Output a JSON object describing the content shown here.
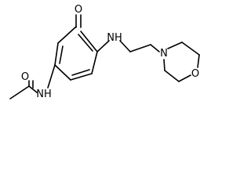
{
  "molecule": {
    "atoms": {
      "ketone_oxygen": "O",
      "amide_oxygen": "O",
      "amine_nitrogen": "NH",
      "amide_nitrogen": "NH",
      "morpholine_nitrogen": "N",
      "morpholine_oxygen": "O"
    },
    "colors": {
      "bond": "#000000",
      "label": "#000000",
      "background": "#ffffff"
    }
  }
}
